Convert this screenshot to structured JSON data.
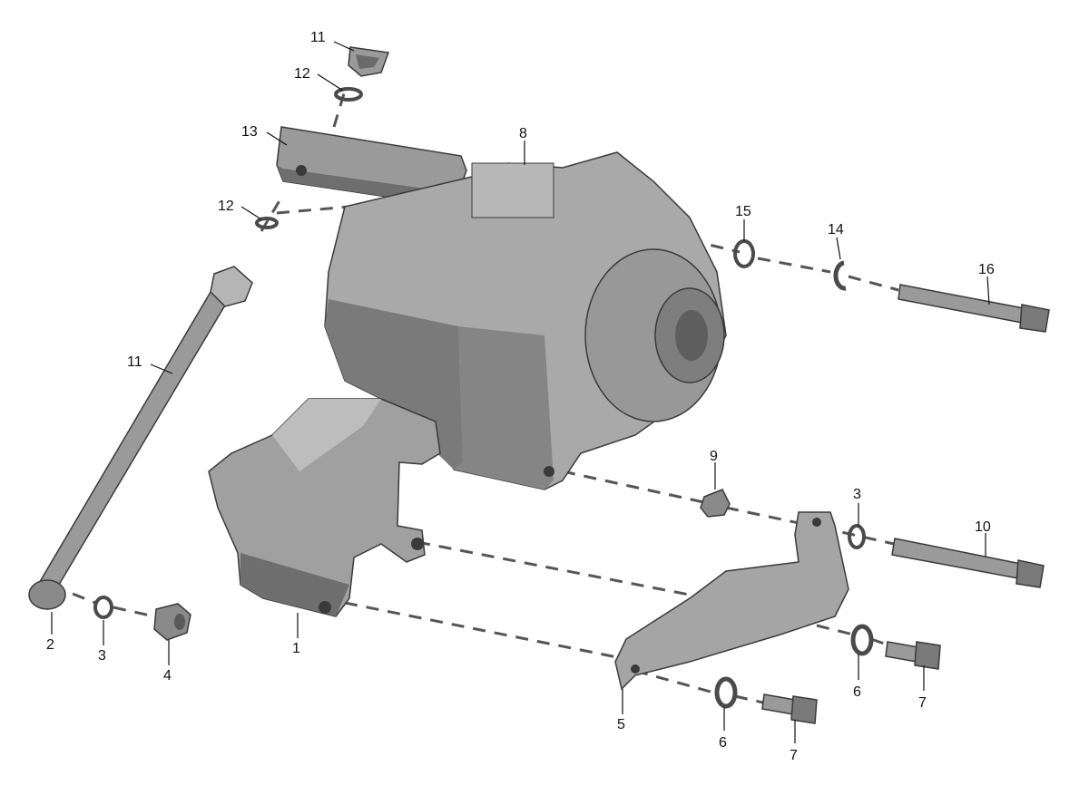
{
  "diagram": {
    "type": "exploded-parts-view",
    "colors": {
      "part_light": "#b5b5b5",
      "part_mid": "#8e8e8e",
      "part_dark": "#6a6a6a",
      "part_edge": "#3a3a3a",
      "leader": "#111111",
      "dash": "#555555"
    },
    "callouts": [
      "11",
      "12",
      "13",
      "8",
      "12",
      "15",
      "14",
      "16",
      "11",
      "9",
      "3",
      "10",
      "2",
      "3",
      "4",
      "1",
      "6",
      "7",
      "5",
      "6",
      "7"
    ]
  }
}
